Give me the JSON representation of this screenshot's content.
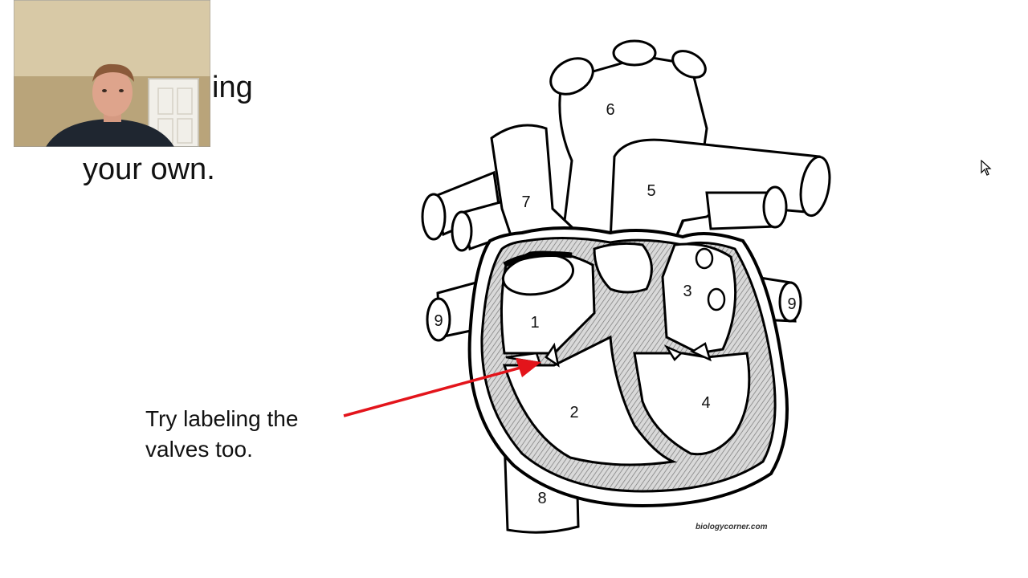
{
  "slide": {
    "title_line1": "ing",
    "title_line2": "your own.",
    "caption_line1": "Try labeling the",
    "caption_line2": "valves too.",
    "credit": "biologycorner.com"
  },
  "diagram": {
    "labels": [
      "1",
      "2",
      "3",
      "4",
      "5",
      "6",
      "7",
      "8",
      "9",
      "9"
    ]
  },
  "colors": {
    "arrow": "#e3141b",
    "outline": "#000000",
    "wall_fill": "#cfcfcf"
  }
}
